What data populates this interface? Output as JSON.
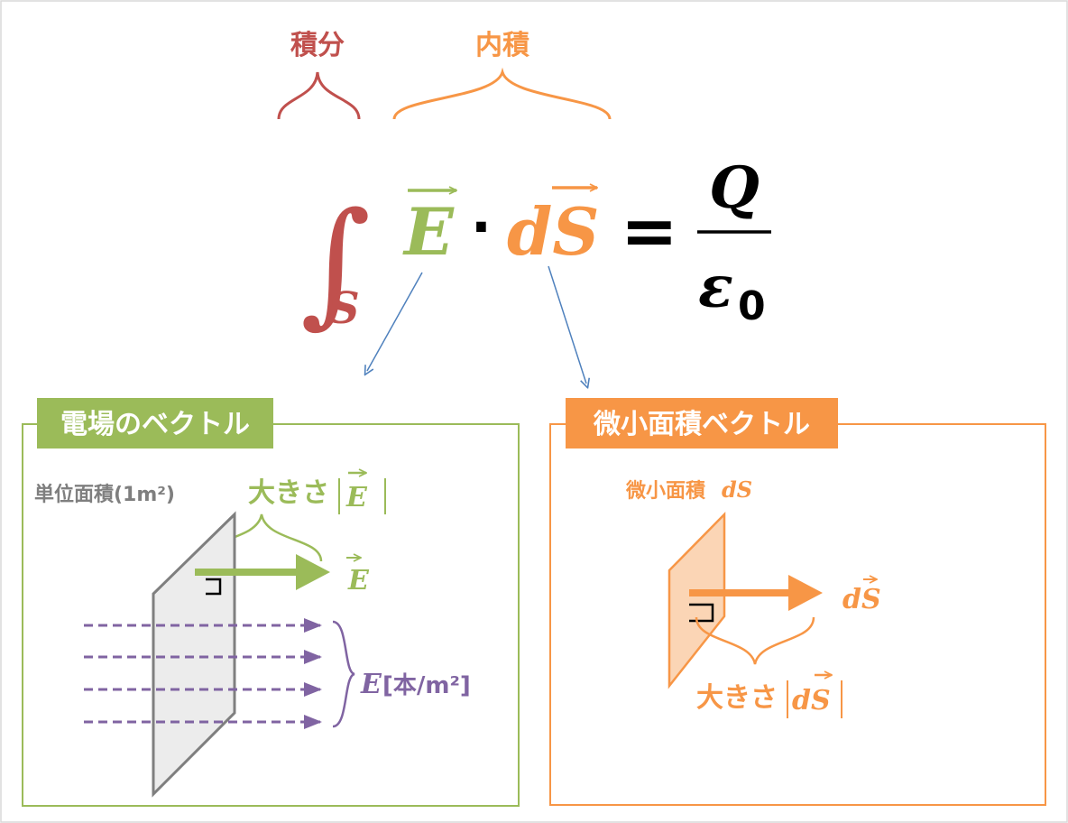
{
  "colors": {
    "integral_red": "#c0504d",
    "green": "#9bbb59",
    "orange": "#f79646",
    "purple": "#8064a2",
    "gray_text": "#7f7f7f",
    "plane_fill": "#ececec",
    "plane_stroke": "#7f7f7f",
    "blue_arrow": "#4f81bd",
    "black": "#000000"
  },
  "equation": {
    "label_integral": "積分",
    "label_inner_product": "内積",
    "integral_sign": "∫",
    "integral_subscript": "S",
    "vec_E": "E",
    "dot": "·",
    "vec_dS": "dS",
    "equals": "=",
    "numerator": "Q",
    "denominator_main": "ε",
    "denominator_sub": "0"
  },
  "left_panel": {
    "title": "電場のベクトル",
    "unit_area_label": "単位面積(1m²)",
    "magnitude_label": "大きさ",
    "magnitude_symbol": "E",
    "arrow_label": "E",
    "density_symbol": "E",
    "density_unit": "[本/m²]"
  },
  "right_panel": {
    "title": "微小面積ベクトル",
    "small_area_label": "微小面積",
    "small_area_symbol": "dS",
    "arrow_label": "dS",
    "magnitude_label": "大きさ",
    "magnitude_symbol": "dS"
  }
}
